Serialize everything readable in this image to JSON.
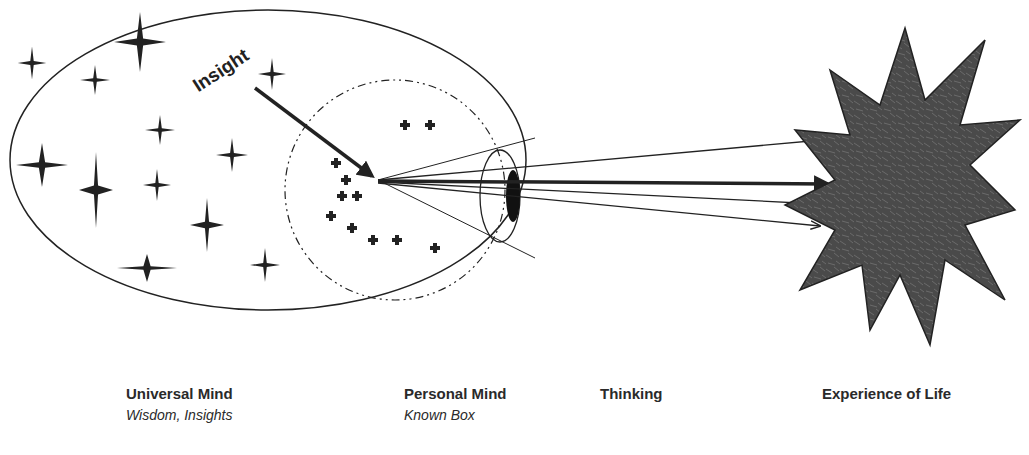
{
  "diagram": {
    "labels": [
      "Insight",
      "Universal Mind",
      "Wisdom, Insights",
      "Personal Mind",
      "Known Box",
      "Thinking",
      "Experience of Life"
    ]
  }
}
